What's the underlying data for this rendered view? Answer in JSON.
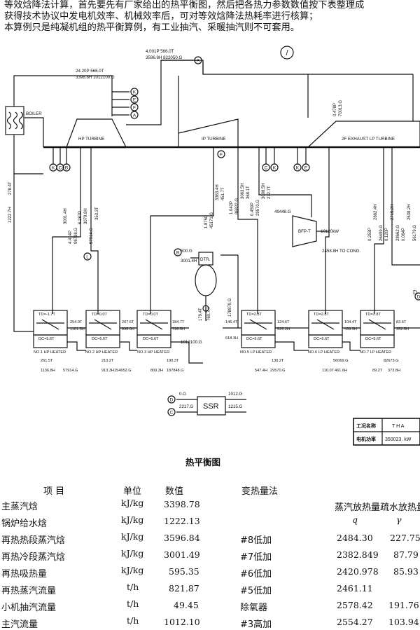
{
  "intro": [
    "等效焓降法计算，首先要先有厂家给出的热平衡图，然后把各热力参数数值按下表整理成",
    "获得技术协议中发电机效率、机械效率后，可对等效焓降法热耗率进行核算；",
    "本算例只是纯凝机组的热平衡算例，有工业抽汽、采暖抽汽则不可套用。"
  ],
  "diagram": {
    "title": "热平衡图",
    "main_steam": {
      "line1": "24.20P  566.0T",
      "line2": "3398.8H  1012100.G"
    },
    "hot_reheat": {
      "line1": "4.001P  566.0T",
      "line2": "3596.8H  822050.G",
      "tag": "A"
    },
    "boiler_label": "BOILER",
    "boiler_outlet": {
      "line1": "1222.7H",
      "line2": "278.4T"
    },
    "turbines": {
      "hp": "HP TURBINE",
      "ip": "IP TURBINE",
      "lp": "2F EXHAUST LP TURBINE"
    },
    "hp_gland_tags": [
      "K",
      "E",
      "F",
      "A"
    ],
    "hp_bottom_tags": [
      "K",
      "C",
      "B"
    ],
    "ip_bottom_tags": [
      "C",
      "K",
      "K",
      "E"
    ],
    "ip_tag": "F",
    "valve_symbol": "/",
    "exhaust": {
      "line1": "0.478P",
      "line2": "70013.G"
    },
    "ext1": {
      "line1": "4.414P",
      "line2": "96738.G",
      "line3": "3001.4H",
      "line4": "6.287P",
      "line5": "3079.8H",
      "line6": "57914.G",
      "line7": "353.3T"
    },
    "ext3": {
      "line1": "1.875P",
      "line2": "45171.G",
      "line3": "3363.4H",
      "line4": "451.7T"
    },
    "ext4": {
      "line1": "1.042P",
      "line2": "86822.G",
      "line3": "3063.5H",
      "line4": "368.1T"
    },
    "ext5": {
      "line1": "0.459P",
      "line2": "29570.G",
      "line3": "3008.5H",
      "line4": "272.7T"
    },
    "ext_lp": {
      "line1": "0.253P",
      "line2": "2882.4H",
      "line3": "26499.G",
      "line4": "0.120P",
      "line5": "2715.2H",
      "line6": "28662.G",
      "line7": "0.064P",
      "line8": "2638.2H",
      "line9": "56179.G"
    },
    "bfpt": {
      "label": "BFP-T",
      "power": "10120kW",
      "flow": "49448.G",
      "exhaust": "2458.8H TO COND."
    },
    "dtr": {
      "label": "DTR.",
      "tag": "B",
      "line1": "500.G",
      "line2": "3001.4H",
      "line3": "179.4T",
      "line4": "760.7H",
      "line5": "1012100.G",
      "line6": "178879.G"
    },
    "tag_l": "L",
    "tag_d": "D",
    "heaters": [
      {
        "td": "TD=-1.7T",
        "dc": "DC=5.6T",
        "name": "NO.1 HP HEATER",
        "out_t": "254.9T",
        "out_h": "1101.5H",
        "drain1": "261.5T",
        "drain2": "1136.8H",
        "flow": "57914.G"
      },
      {
        "td": "TD=0.0T",
        "dc": "DC=5.6T",
        "name": "NO.2 HP HEATER",
        "out_t": "207.6T",
        "out_h": "898.0H",
        "drain1": "213.2T",
        "drain2": "913.3H",
        "flow": "154652.G"
      },
      {
        "td": "TD=0.0T",
        "dc": "DC=5.6T",
        "name": "NO.3 HP HEATER",
        "out_t": "184.7T",
        "out_h": "798.5H",
        "drain1": "190.3T",
        "drain2": "809.3H",
        "flow": "187848.G"
      },
      {
        "td": "TD=2.8T",
        "dc": "DC=5.6T",
        "name": "NO.5 LP HEATER",
        "out_t": "124.6T",
        "out_h": "525.2H",
        "in_t": "146.4T",
        "in_h": "618.3H",
        "drain1": "130.2T",
        "drain2": "547.4H",
        "flow": "29570.G"
      },
      {
        "td": "TD=2.8T",
        "dc": "DC=5.6T",
        "name": "NO.6 LP HEATER",
        "out_t": "104.4T",
        "out_h": "439.9H",
        "drain1": "56069.G",
        "drain2": "110.0T",
        "flow": "461.6H"
      },
      {
        "td": "TD=2.8T",
        "dc": "DC=5.6T",
        "name": "NO.7 LP HEATER",
        "out_t": "83.6T",
        "out_h": "352.5H",
        "drain1": "82673.G",
        "drain2": "89.2T",
        "flow": "373.8H"
      }
    ],
    "ssr": {
      "label": "SSR",
      "tag_top": "D",
      "tag_bottom": "C",
      "l1": "0.G",
      "l2": "2217.G",
      "r1": "1012.G",
      "r2": "1215.G"
    },
    "info_box": [
      {
        "key": "工况名称",
        "value": "T H A"
      },
      {
        "key": "电机功率",
        "value": "350023. kW"
      }
    ],
    "edge_glyph": "D"
  },
  "table": {
    "headers": {
      "item": "项    目",
      "unit": "单位",
      "value": "数值",
      "method": "变热量法"
    },
    "right_header": "蒸汽放热量疏水放热量",
    "sym_q": "q",
    "sym_gamma": "γ",
    "rows": [
      {
        "item": "主蒸汽焓",
        "unit": "kJ/kg",
        "value": "3398.78",
        "method": "",
        "q": "",
        "g": ""
      },
      {
        "item": "锅炉给水焓",
        "unit": "kJ/kg",
        "value": "1222.13",
        "method": "",
        "q": "",
        "g": ""
      },
      {
        "item": "再热热段蒸汽焓",
        "unit": "kJ/kg",
        "value": "3596.84",
        "method": "#8低加",
        "q": "2484.30",
        "g": "227.75"
      },
      {
        "item": "再热冷段蒸汽焓",
        "unit": "kJ/kg",
        "value": "3001.49",
        "method": "#7低加",
        "q": "2382.849",
        "g": "87.79"
      },
      {
        "item": "再热吸热量",
        "unit": "kJ/kg",
        "value": "595.35",
        "method": "#6低加",
        "q": "2420.978",
        "g": "85.93"
      },
      {
        "item": "再热蒸汽流量",
        "unit": "t/h",
        "value": "821.87",
        "method": "#5低加",
        "q": "2461.11",
        "g": ""
      },
      {
        "item": "小机抽汽流量",
        "unit": "t/h",
        "value": "49.45",
        "method": "除氧器",
        "q": "2578.42",
        "g": "191.76"
      },
      {
        "item": "主汽流量",
        "unit": "t/h",
        "value": "1012.10",
        "method": "#3高加",
        "q": "2554.27",
        "g": "103.94"
      }
    ]
  }
}
